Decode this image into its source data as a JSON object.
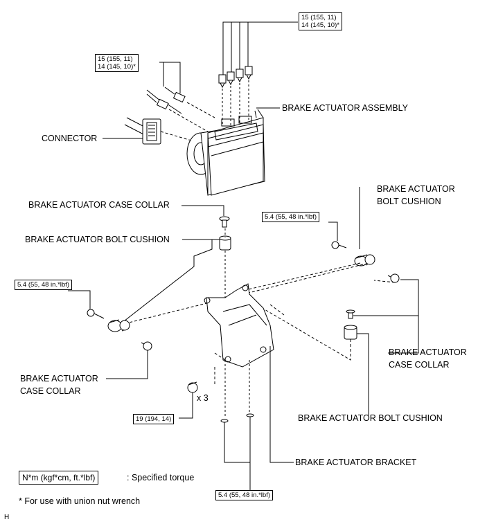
{
  "labels": {
    "brake_actuator_assembly": "BRAKE ACTUATOR ASSEMBLY",
    "connector": "CONNECTOR",
    "case_collar_top": "BRAKE ACTUATOR CASE COLLAR",
    "bolt_cushion_top_right_line1": "BRAKE ACTUATOR",
    "bolt_cushion_top_right_line2": "BOLT CUSHION",
    "bolt_cushion_left": "BRAKE ACTUATOR BOLT CUSHION",
    "case_collar_left_line1": "BRAKE ACTUATOR",
    "case_collar_left_line2": "CASE COLLAR",
    "case_collar_right_line1": "BRAKE ACTUATOR",
    "case_collar_right_line2": "CASE COLLAR",
    "bolt_cushion_bottom_right": "BRAKE ACTUATOR BOLT CUSHION",
    "bracket": "BRAKE ACTUATOR BRACKET",
    "qty": "x 3",
    "corner_mark": "H"
  },
  "torque": {
    "top_right_line1": "15 (155, 11)",
    "top_right_line2": "14 (145, 10)*",
    "top_left_line1": "15 (155, 11)",
    "top_left_line2": "14 (145, 10)*",
    "mid_right": "5.4 (55, 48 in.*lbf)",
    "mid_left": "5.4 (55, 48 in.*lbf)",
    "bottom_left": "19 (194, 14)",
    "bottom_center": "5.4 (55, 48 in.*lbf)"
  },
  "legend": {
    "unit_box": "N*m (kgf*cm, ft.*lbf)",
    "unit_desc": ": Specified torque",
    "footnote": "* For use with union nut wrench"
  }
}
